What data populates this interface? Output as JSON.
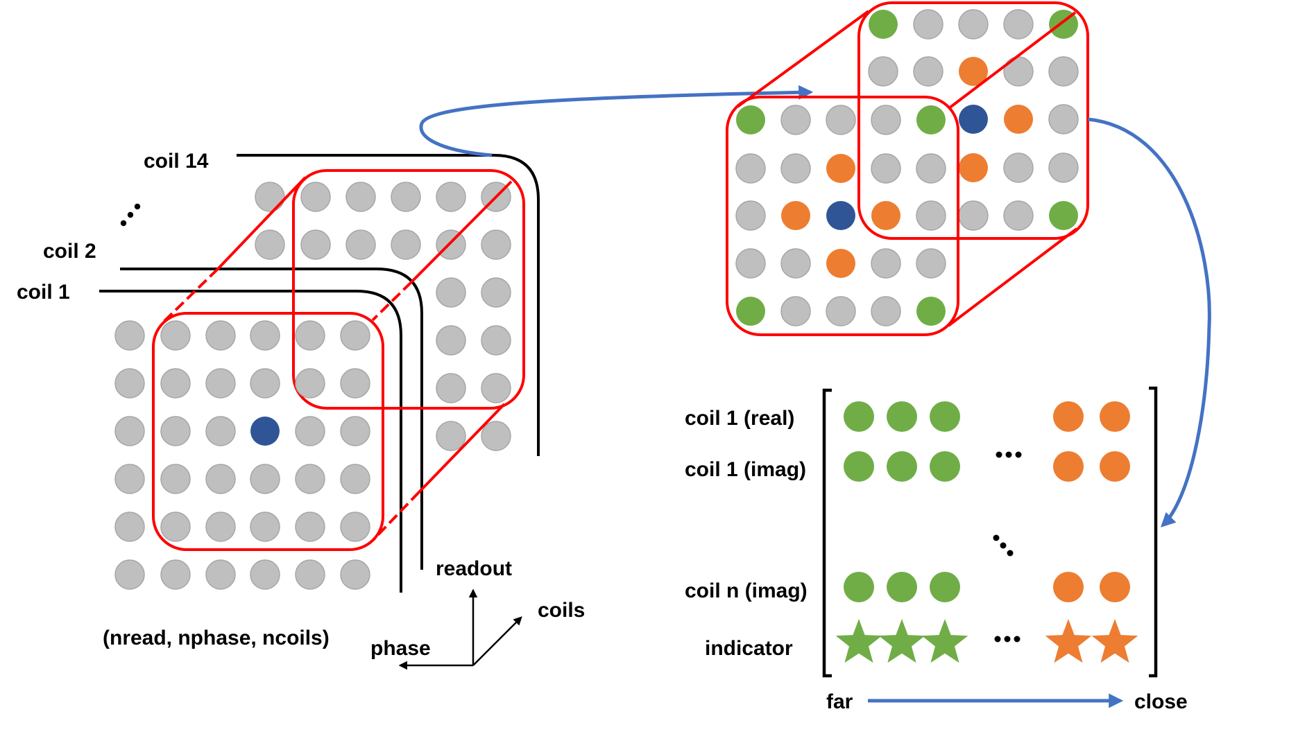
{
  "colors": {
    "gray": "#BFBFBF",
    "gray_stroke": "#A6A6A6",
    "green": "#70AD47",
    "orange": "#ED7D31",
    "blue": "#2F5597",
    "red": "#FF0000",
    "arrow_blue": "#4472C4",
    "black": "#000000"
  },
  "left_volume": {
    "coil_labels": [
      "coil 14",
      "coil 2",
      "coil 1"
    ],
    "ellipsis": "...",
    "shape_label": "(nread, nphase, ncoils)",
    "axes": {
      "up": "readout",
      "diagonal": "coils",
      "left": "phase"
    },
    "front_grid": {
      "rows": 6,
      "cols": 6,
      "cells": [
        [
          "gray",
          "gray",
          "gray",
          "gray",
          "gray",
          "gray"
        ],
        [
          "gray",
          "gray",
          "gray",
          "gray",
          "gray",
          "gray"
        ],
        [
          "gray",
          "gray",
          "gray",
          "blue",
          "gray",
          "gray"
        ],
        [
          "gray",
          "gray",
          "gray",
          "gray",
          "gray",
          "gray"
        ],
        [
          "gray",
          "gray",
          "gray",
          "gray",
          "gray",
          "gray"
        ],
        [
          "gray",
          "gray",
          "gray",
          "gray",
          "gray",
          "gray"
        ]
      ]
    },
    "back_grid": {
      "rows": 6,
      "cols": 6,
      "visible_cells": [
        [
          "gray",
          "gray",
          "gray",
          "gray",
          "gray",
          "gray"
        ],
        [
          "gray",
          "gray",
          "gray",
          "gray",
          "gray",
          "gray"
        ],
        [
          null,
          null,
          null,
          null,
          "gray",
          "gray"
        ],
        [
          null,
          null,
          null,
          null,
          "gray",
          "gray"
        ],
        [
          null,
          null,
          null,
          null,
          "gray",
          "gray"
        ],
        [
          null,
          null,
          null,
          null,
          "gray",
          "gray"
        ]
      ]
    }
  },
  "patch_cube": {
    "front_grid": {
      "rows": 5,
      "cols": 5,
      "cells": [
        [
          "green",
          "gray",
          "gray",
          "gray",
          "green"
        ],
        [
          "gray",
          "gray",
          "orange",
          "gray",
          "gray"
        ],
        [
          "gray",
          "orange",
          "blue",
          "orange",
          "gray"
        ],
        [
          "gray",
          "gray",
          "orange",
          "gray",
          "gray"
        ],
        [
          "green",
          "gray",
          "gray",
          "gray",
          "green"
        ]
      ]
    },
    "back_grid": {
      "rows": 5,
      "cols": 5,
      "visible_cells": [
        [
          "green",
          "gray",
          "gray",
          "gray",
          "green"
        ],
        [
          "gray",
          "gray",
          "orange",
          "gray",
          "gray"
        ],
        [
          null,
          null,
          "blue",
          "orange",
          "gray"
        ],
        [
          null,
          null,
          "orange",
          "gray",
          "gray"
        ],
        [
          null,
          null,
          "gray",
          "gray",
          "green"
        ]
      ]
    }
  },
  "feature_matrix": {
    "rows": [
      {
        "label": "coil 1 (real)",
        "far": [
          "green",
          "green",
          "green"
        ],
        "close": [
          "orange",
          "orange"
        ],
        "marker": "circle"
      },
      {
        "label": "coil 1 (imag)",
        "far": [
          "green",
          "green",
          "green"
        ],
        "close": [
          "orange",
          "orange"
        ],
        "marker": "circle",
        "ellipsis": "..."
      },
      {
        "label": "coil n (imag)",
        "far": [
          "green",
          "green",
          "green"
        ],
        "close": [
          "orange",
          "orange"
        ],
        "marker": "circle"
      },
      {
        "label": "indicator",
        "far": [
          "green",
          "green",
          "green"
        ],
        "close": [
          "orange",
          "orange"
        ],
        "marker": "star",
        "ellipsis": "..."
      }
    ],
    "vertical_ellipsis": "...",
    "direction": {
      "from": "far",
      "to": "close"
    }
  }
}
